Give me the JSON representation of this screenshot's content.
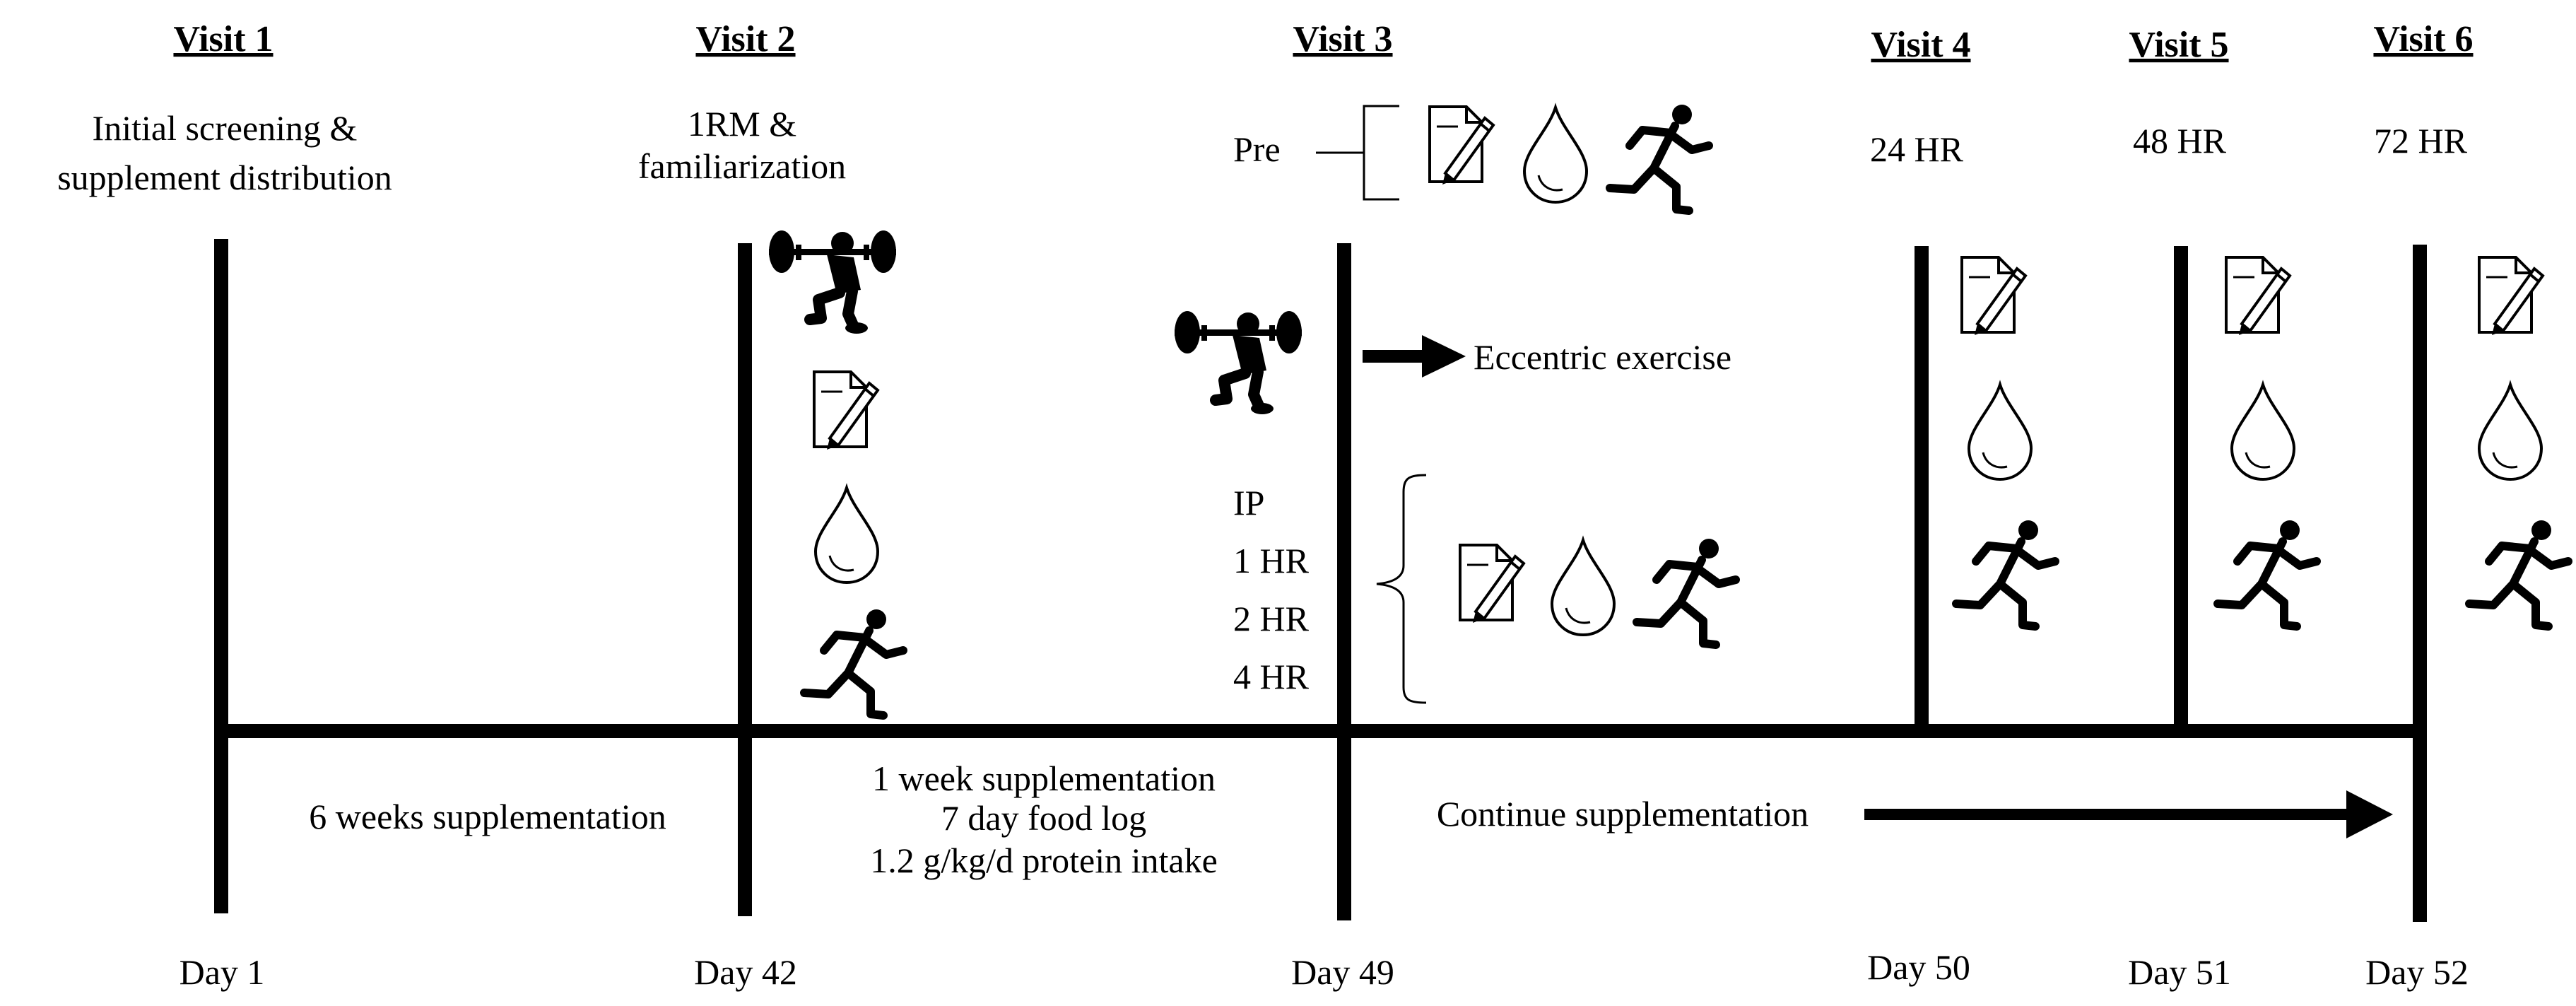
{
  "visits": [
    {
      "title": "Visit 1",
      "note_lines": [
        "Initial screening &",
        "supplement distribution"
      ],
      "day": "Day 1"
    },
    {
      "title": "Visit 2",
      "note_lines": [
        "1RM &",
        "familiarization"
      ],
      "day": "Day 42"
    },
    {
      "title": "Visit 3",
      "note_lines": [],
      "day": "Day 49"
    },
    {
      "title": "Visit 4",
      "note_lines": [
        "24 HR"
      ],
      "day": "Day 50"
    },
    {
      "title": "Visit 5",
      "note_lines": [
        "48 HR"
      ],
      "day": "Day 51"
    },
    {
      "title": "Visit 6",
      "note_lines": [
        "72 HR"
      ],
      "day": "Day 52"
    }
  ],
  "visit3": {
    "pre_label": "Pre",
    "arrow_label": "Eccentric exercise",
    "timepoints": [
      "IP",
      "1 HR",
      "2 HR",
      "4 HR"
    ]
  },
  "periods": {
    "first": "6 weeks supplementation",
    "second": [
      "1 week supplementation",
      "7 day food log",
      "1.2 g/kg/d protein intake"
    ],
    "third": "Continue supplementation"
  },
  "icons": [
    "barbell-squat-icon",
    "questionnaire-icon",
    "blood-drop-icon",
    "running-person-icon"
  ]
}
